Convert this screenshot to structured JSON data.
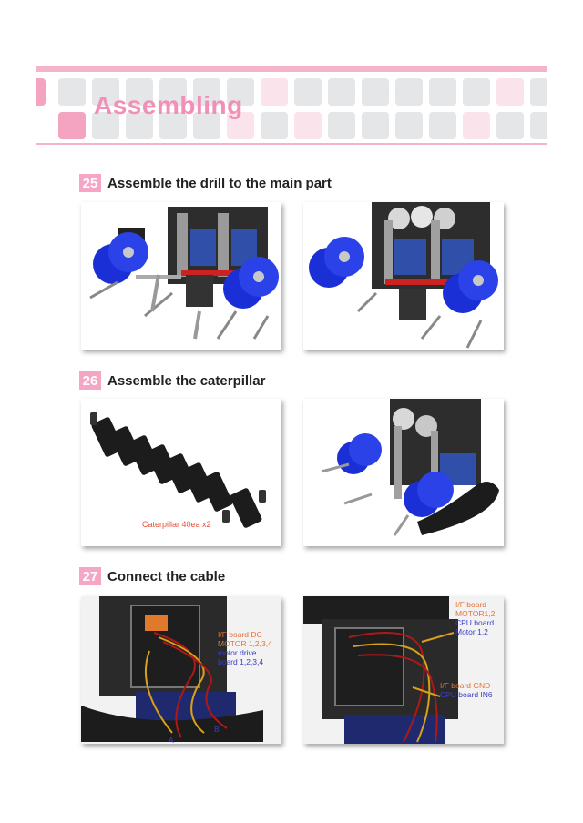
{
  "header": {
    "title": "Assembling"
  },
  "steps": [
    {
      "number": "25",
      "title": "Assemble the drill to the main part"
    },
    {
      "number": "26",
      "title": "Assemble the caterpillar"
    },
    {
      "number": "27",
      "title": "Connect the cable"
    }
  ],
  "captions": {
    "caterpillar": "Caterpillar 40ea x2",
    "cable_left": [
      "I/F board DC",
      "MOTOR 1,2,3,4",
      "motor drive",
      "board 1,2,3,4"
    ],
    "marker_a": "A",
    "marker_b": "B",
    "cable_right_top": [
      "I/F board",
      "MOTOR1,2",
      "CPU board",
      "Motor 1,2"
    ],
    "cable_right_bottom": [
      "I/F board GND",
      "CPU board IN6"
    ]
  },
  "colors": {
    "accent_pink": "#f28fb6",
    "motor_blue": "#1a2fd6"
  }
}
